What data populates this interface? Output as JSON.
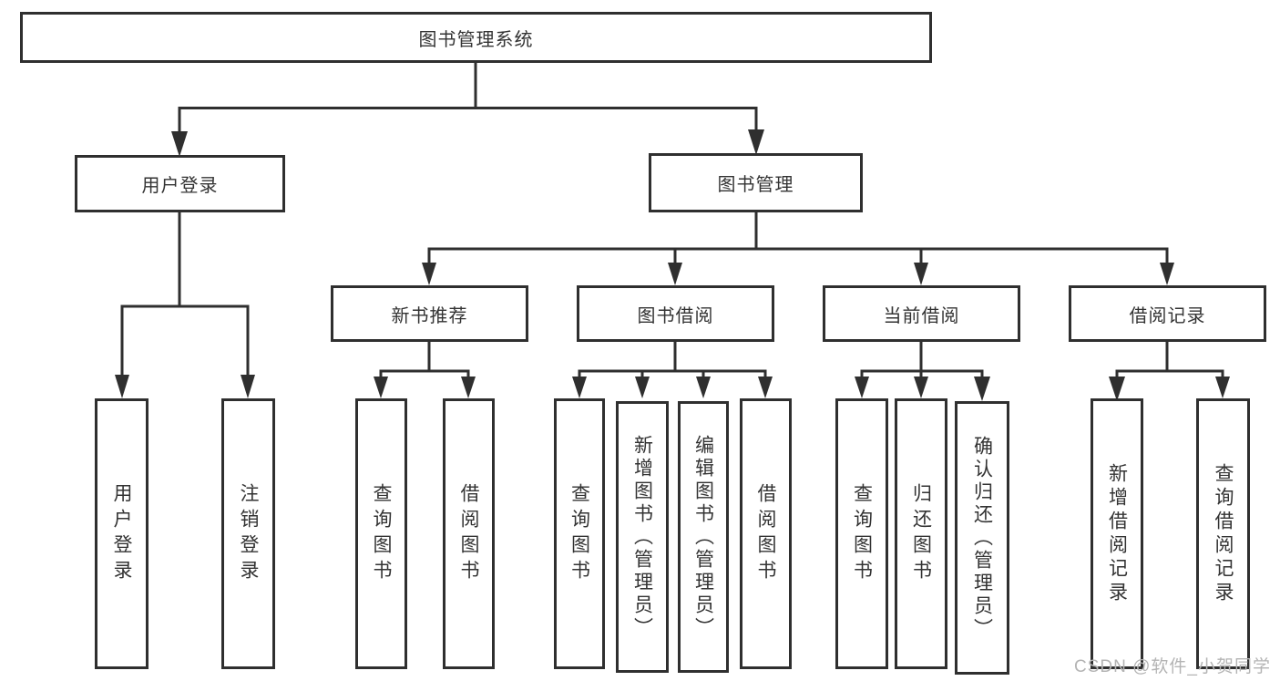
{
  "tree": {
    "label": "图书管理系统",
    "children": [
      {
        "label": "用户登录",
        "children": [
          {
            "label": "用户登录"
          },
          {
            "label": "注销登录"
          }
        ]
      },
      {
        "label": "图书管理",
        "children": [
          {
            "label": "新书推荐",
            "children": [
              {
                "label": "查询图书"
              },
              {
                "label": "借阅图书"
              }
            ]
          },
          {
            "label": "图书借阅",
            "children": [
              {
                "label": "查询图书"
              },
              {
                "label": "新增图书（管理员）"
              },
              {
                "label": "编辑图书（管理员）"
              },
              {
                "label": "借阅图书"
              }
            ]
          },
          {
            "label": "当前借阅",
            "children": [
              {
                "label": "查询图书"
              },
              {
                "label": "归还图书"
              },
              {
                "label": "确认归还（管理员）"
              }
            ]
          },
          {
            "label": "借阅记录",
            "children": [
              {
                "label": "新增借阅记录"
              },
              {
                "label": "查询借阅记录"
              }
            ]
          }
        ]
      }
    ]
  },
  "watermark": {
    "text": "CSDN @软件_小贺同学"
  },
  "colors": {
    "line": "#2f2f2f",
    "box_border": "#2f2f2f",
    "text": "#333333",
    "watermark": "#b4b4b4",
    "background": "#ffffff"
  }
}
